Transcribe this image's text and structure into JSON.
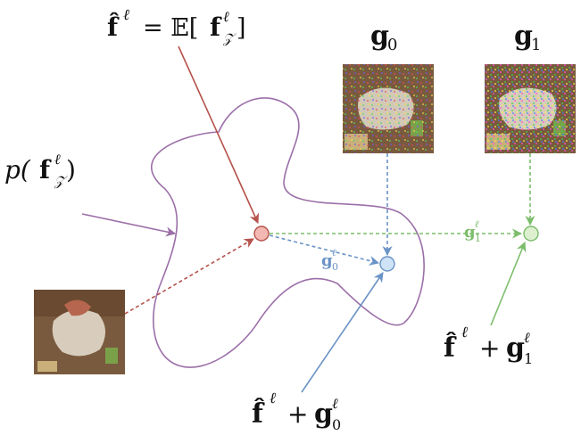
{
  "labels": {
    "mean_lhs": "f̂",
    "mean_lhs_sup": "ℓ",
    "mean_eq": "= 𝔼[",
    "mean_f": "f",
    "mean_f_sup": "ℓ",
    "mean_f_sub": "𝒵",
    "mean_close": "]",
    "dist_p": "p(",
    "dist_f": "f",
    "dist_sup": "ℓ",
    "dist_sub": "𝒵",
    "dist_close": ")",
    "g0": "g",
    "g0_sub": "0",
    "g1": "g",
    "g1_sub": "1",
    "arrow_g0": "g",
    "arrow_g0_sup": "ℓ",
    "arrow_g0_sub": "0",
    "arrow_g1": "g",
    "arrow_g1_sup": "ℓ",
    "arrow_g1_sub": "1",
    "sum_g0_f": "f̂",
    "sum_g0_fsup": "ℓ",
    "sum_g0_plus": "+",
    "sum_g0_g": "g",
    "sum_g0_gsup": "ℓ",
    "sum_g0_gsub": "0",
    "sum_g1_f": "f̂",
    "sum_g1_fsup": "ℓ",
    "sum_g1_plus": "+",
    "sum_g1_g": "g",
    "sum_g1_gsup": "ℓ",
    "sum_g1_gsub": "1"
  },
  "colors": {
    "blob": "#9b6fa8",
    "red": "#b5524b",
    "red_fill": "#f4b8b2",
    "blue": "#6b93c6",
    "blue_fill": "#cfe3f7",
    "green": "#7cbd6a",
    "green_fill": "#dcf0d0",
    "purple_arrow": "#9b6fa8"
  }
}
